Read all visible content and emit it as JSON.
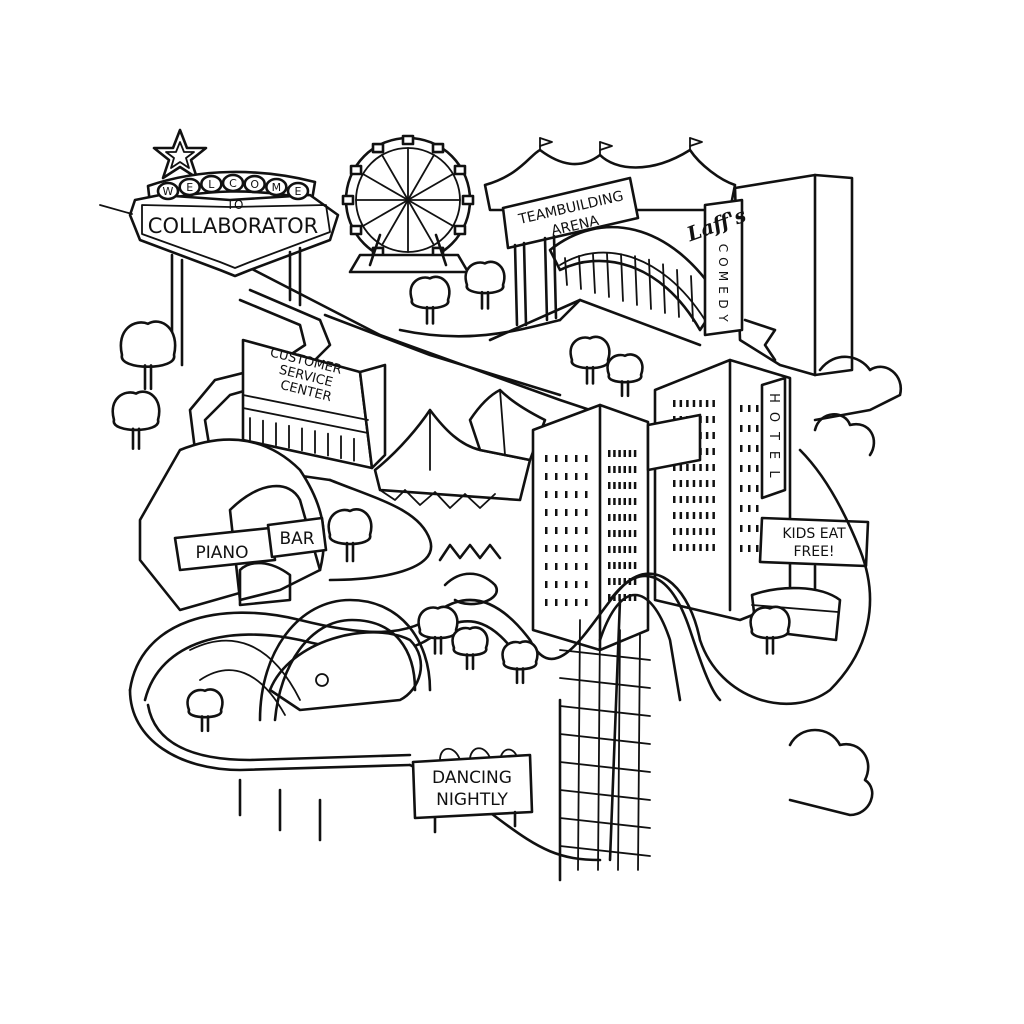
{
  "signs": {
    "welcome": {
      "letters": [
        "W",
        "E",
        "L",
        "C",
        "O",
        "M",
        "E"
      ],
      "to": "TO",
      "name": "COLLABORATOR"
    },
    "teambuilding": {
      "line1": "TEAMBUILDING",
      "line2": "ARENA"
    },
    "comedy": {
      "logo": "Laff's",
      "vertical": [
        "C",
        "O",
        "M",
        "E",
        "D",
        "Y"
      ]
    },
    "customer_service": {
      "line1": "CUSTOMER",
      "line2": "SERVICE",
      "line3": "CENTER"
    },
    "hotel": {
      "vertical": [
        "H",
        "O",
        "T",
        "E",
        "L"
      ]
    },
    "piano_bar": {
      "piano": "PIANO",
      "bar": "BAR"
    },
    "kids_eat_free": {
      "line1": "KIDS EAT",
      "line2": "FREE!"
    },
    "dancing": {
      "line1": "DANCING",
      "line2": "NIGHTLY"
    }
  },
  "icons": {
    "star": "star-icon",
    "ferris_wheel": "ferris-wheel-icon",
    "tent": "circus-tent-icon",
    "roller_coaster": "roller-coaster-icon",
    "tree": "tree-icon"
  }
}
